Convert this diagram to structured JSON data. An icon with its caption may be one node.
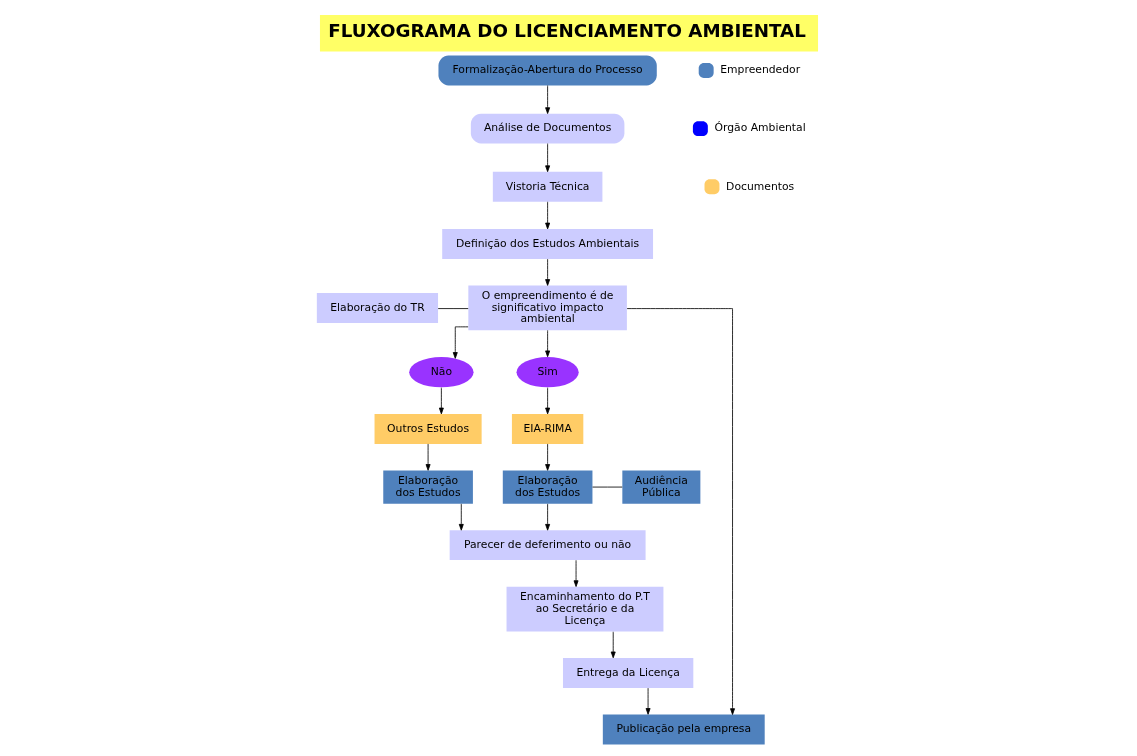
{
  "diagram": {
    "title": "FLUXOGRAMA DO LICENCIAMENTO AMBIENTAL",
    "nodes": [
      {
        "text": [
          "Formalização-Abertura do Processo"
        ]
      },
      {
        "text": [
          "Análise de Documentos"
        ]
      },
      {
        "text": [
          "Vistoria Técnica"
        ]
      },
      {
        "text": [
          "Definição dos Estudos Ambientais"
        ]
      },
      {
        "text": [
          "Elaboração do TR"
        ]
      },
      {
        "text": [
          "O empreendimento é de significativo impacto ambiental"
        ]
      },
      {
        "text": [
          "Não"
        ]
      },
      {
        "text": [
          "Sim"
        ]
      },
      {
        "text": [
          "Outros Estudos"
        ]
      },
      {
        "text": [
          "EIA-RIMA"
        ]
      },
      {
        "text": [
          "Elaboração dos Estudos"
        ]
      },
      {
        "text": [
          "Elaboração dos Estudos"
        ]
      },
      {
        "text": [
          "Audiência Pública"
        ]
      },
      {
        "text": [
          "Parecer de deferimento ou não"
        ]
      },
      {
        "text": [
          "Encaminhamento do P.T ao Secretário e da Licença"
        ]
      },
      {
        "text": [
          "Entrega da Licença"
        ]
      },
      {
        "text": [
          "Publicação pela empresa"
        ]
      }
    ],
    "edges": [
      {
        "from": 0,
        "to": 1,
        "arrow": "to"
      },
      {
        "from": 1,
        "to": 2,
        "arrow": "to"
      },
      {
        "from": 2,
        "to": 3,
        "arrow": "to"
      },
      {
        "from": 3,
        "to": 5,
        "arrow": "to"
      },
      {
        "from": 4,
        "to": 5,
        "arrow": "none"
      },
      {
        "from": 5,
        "to": 6,
        "arrow": "to"
      },
      {
        "from": 5,
        "to": 7,
        "arrow": "to"
      },
      {
        "from": 5,
        "to": 16,
        "arrow": "to"
      },
      {
        "from": 6,
        "to": 8,
        "arrow": "to"
      },
      {
        "from": 7,
        "to": 9,
        "arrow": "to"
      },
      {
        "from": 8,
        "to": 10,
        "arrow": "to"
      },
      {
        "from": 9,
        "to": 11,
        "arrow": "to"
      },
      {
        "from": 11,
        "to": 12,
        "arrow": "none"
      },
      {
        "from": 10,
        "to": 13,
        "arrow": "to"
      },
      {
        "from": 11,
        "to": 13,
        "arrow": "to"
      },
      {
        "from": 13,
        "to": 14,
        "arrow": "to"
      },
      {
        "from": 14,
        "to": 15,
        "arrow": "to"
      },
      {
        "from": 15,
        "to": 16,
        "arrow": "to"
      }
    ],
    "legend": [
      {
        "text": "Empreendedor",
        "color": "#4f81bd"
      },
      {
        "text": "Órgão Ambiental",
        "color": "#0000ff"
      },
      {
        "text": "Documentos",
        "color": "#ffcc66"
      }
    ]
  }
}
